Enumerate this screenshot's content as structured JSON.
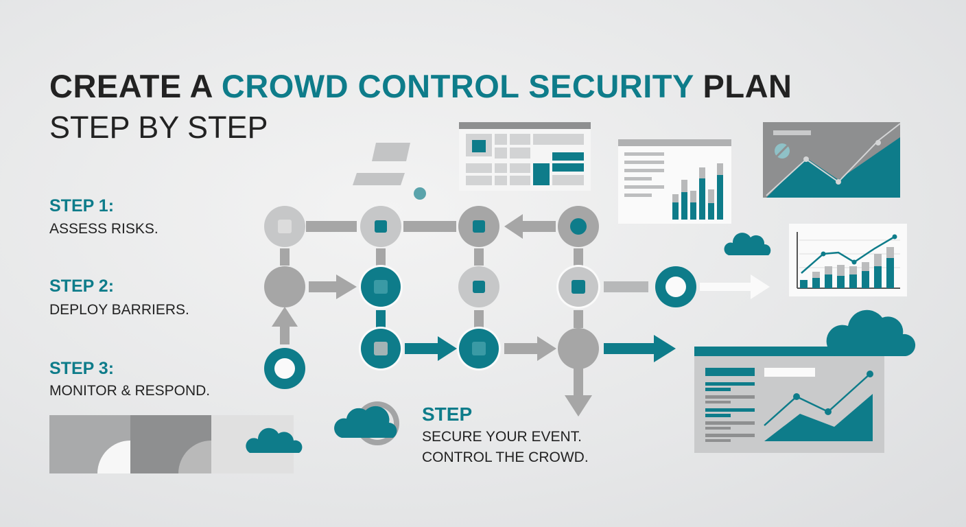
{
  "title": {
    "prefix": "CREATE A ",
    "highlight": "CROWD CONTROL SECURITY",
    "suffix": " PLAN",
    "subtitle": "STEP BY STEP"
  },
  "steps": [
    {
      "heading": "STEP 1:",
      "text": "ASSESS RISKS."
    },
    {
      "heading": "STEP 2:",
      "text": "DEPLOY BARRIERS."
    },
    {
      "heading": "STEP 3:",
      "text": "MONITOR & RESPOND."
    }
  ],
  "callout": {
    "heading": "STEP",
    "line1": "SECURE YOUR EVENT.",
    "line2": "CONTROL THE CROWD."
  },
  "colors": {
    "teal": "#0e7c8a",
    "dark": "#222222",
    "gray": "#a6a6a6",
    "light_gray": "#c6c7c8"
  }
}
